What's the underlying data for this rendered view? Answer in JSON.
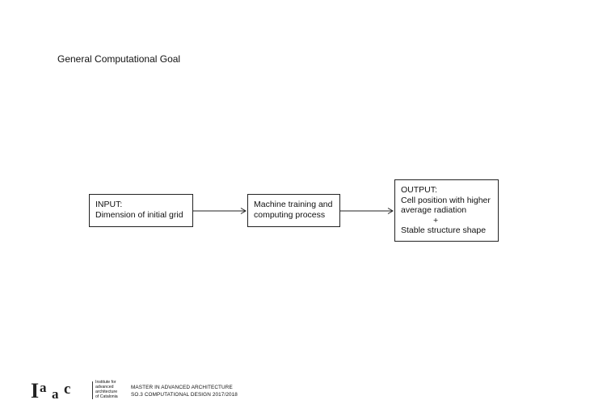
{
  "title": "General Computational Goal",
  "boxes": {
    "input": {
      "lines": [
        "INPUT:",
        "Dimension of initial grid"
      ]
    },
    "process": {
      "lines": [
        "Machine training and",
        "computing process"
      ]
    },
    "output": {
      "lines": [
        "OUTPUT:",
        "Cell position with higher",
        "average radiation",
        "+",
        "Stable structure shape"
      ]
    }
  },
  "footer": {
    "logo_text": "Iaac",
    "institute_lines": [
      "Institute for",
      "advanced",
      "architecture",
      "of Catalonia"
    ],
    "program_lines": [
      "MASTER IN ADVANCED ARCHITECTURE",
      "SO.3 COMPUTATIONAL DESIGN 2017/2018"
    ]
  },
  "colors": {
    "line": "#222222",
    "text": "#111111",
    "background": "#ffffff"
  }
}
